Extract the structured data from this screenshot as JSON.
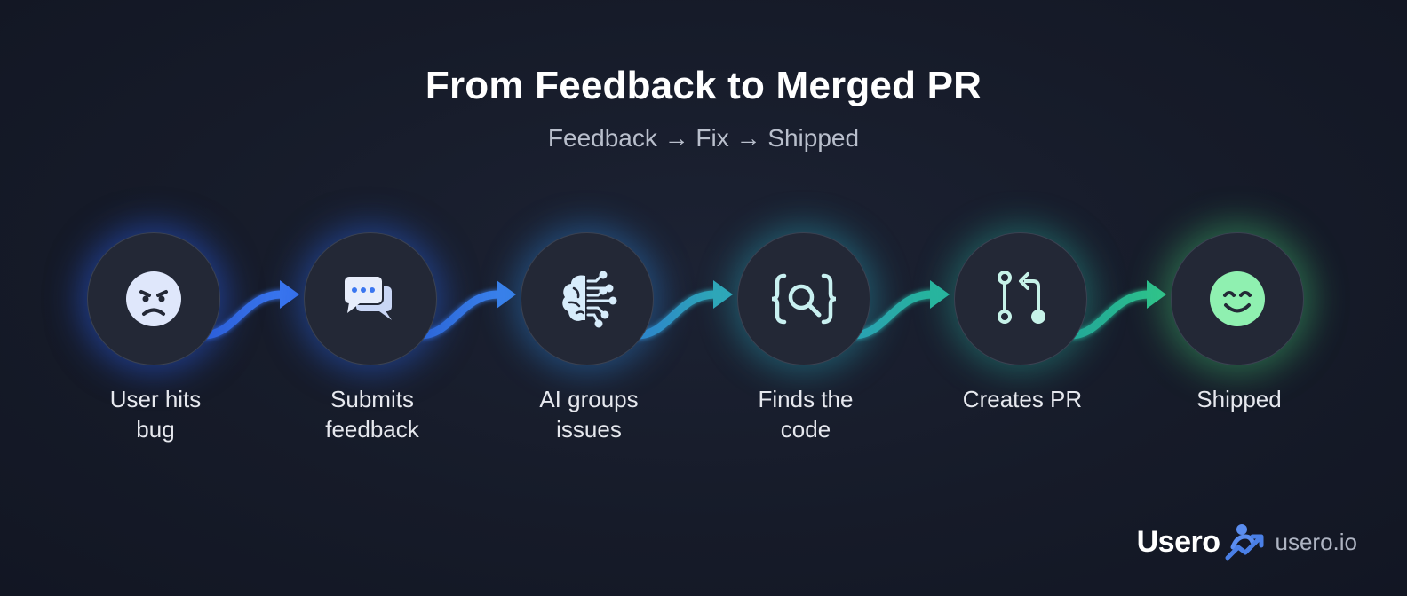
{
  "header": {
    "title": "From Feedback to Merged PR",
    "subtitle": "Feedback → Fix → Shipped"
  },
  "steps": [
    {
      "label_line1": "User hits",
      "label_line2": "bug",
      "icon": "frowning-face-icon",
      "color": "#5b8def"
    },
    {
      "label_line1": "Submits",
      "label_line2": "feedback",
      "icon": "chat-bubbles-icon",
      "color": "#5b8def"
    },
    {
      "label_line1": "AI groups",
      "label_line2": "issues",
      "icon": "brain-circuit-icon",
      "color": "#4aa6e6"
    },
    {
      "label_line1": "Finds the",
      "label_line2": "code",
      "icon": "code-search-icon",
      "color": "#3cc3c4"
    },
    {
      "label_line1": "Creates PR",
      "label_line2": "",
      "icon": "pull-request-icon",
      "color": "#35c9ad"
    },
    {
      "label_line1": "Shipped",
      "label_line2": "",
      "icon": "smiling-face-icon",
      "color": "#5fe39c"
    }
  ],
  "brand": {
    "name": "Usero",
    "url": "usero.io"
  }
}
